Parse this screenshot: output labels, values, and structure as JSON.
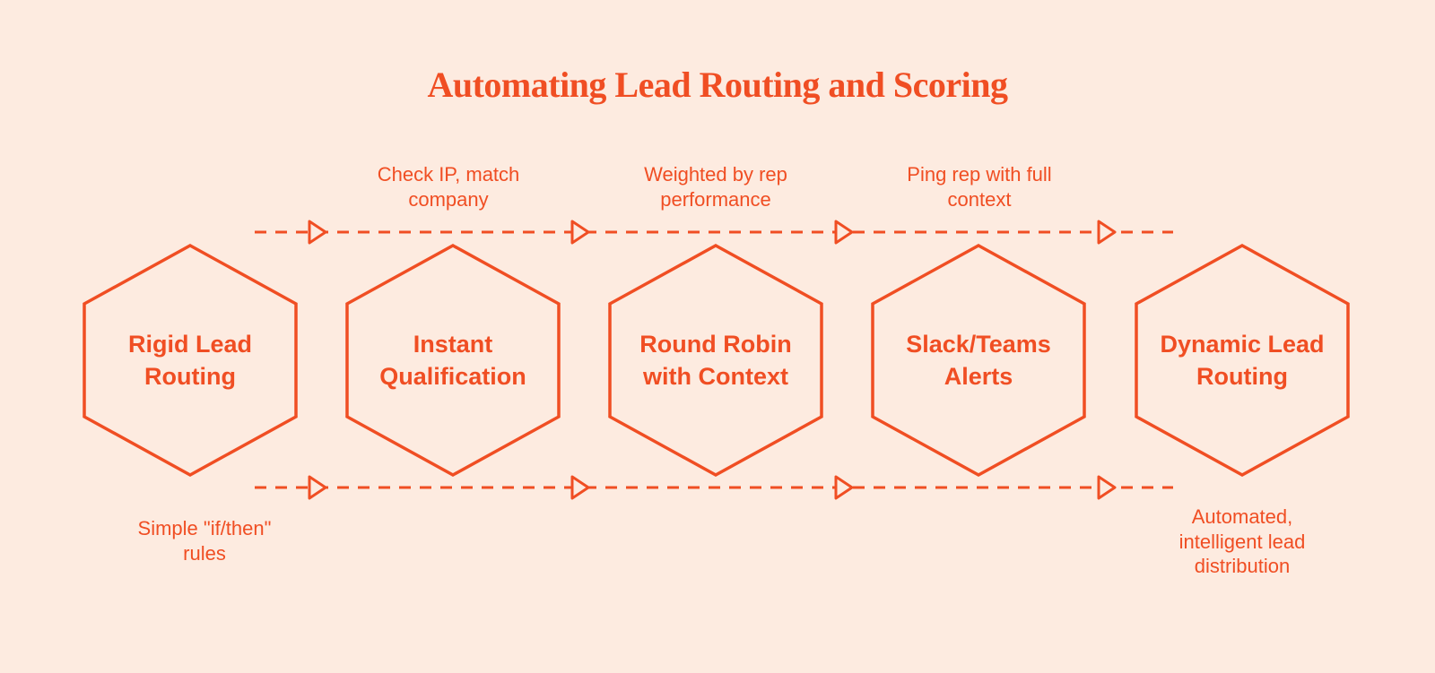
{
  "colors": {
    "background": "#FDEBE0",
    "accent": "#F04E23"
  },
  "title": "Automating Lead Routing and Scoring",
  "stages": [
    {
      "label": "Rigid Lead\nRouting"
    },
    {
      "label": "Instant\nQualification"
    },
    {
      "label": "Round Robin\nwith Context"
    },
    {
      "label": "Slack/Teams\nAlerts"
    },
    {
      "label": "Dynamic Lead\nRouting"
    }
  ],
  "top_annotations": [
    {
      "text": "Check IP, match\ncompany"
    },
    {
      "text": "Weighted by rep\nperformance"
    },
    {
      "text": "Ping rep with full\ncontext"
    }
  ],
  "bottom_annotations": [
    {
      "text": "Simple \"if/then\"\nrules"
    },
    {
      "text": "Automated,\nintelligent lead\ndistribution"
    }
  ]
}
